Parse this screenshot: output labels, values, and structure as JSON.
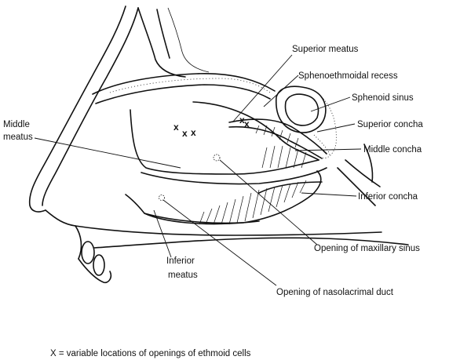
{
  "labels": {
    "superior_meatus": "Superior meatus",
    "sphenoethmoidal_recess": "Sphenoethmoidal recess",
    "sphenoid_sinus": "Sphenoid sinus",
    "superior_concha": "Superior concha",
    "middle_concha": "Middle concha",
    "inferior_concha": "Inferior concha",
    "middle_meatus_line1": "Middle",
    "middle_meatus_line2": "meatus",
    "opening_maxillary_sinus": "Opening of maxillary sinus",
    "inferior_meatus_line1": "Inferior",
    "inferior_meatus_line2": "meatus",
    "opening_nasolacrimal_duct": "Opening of nasolacrimal duct"
  },
  "markers": {
    "ethmoid_cell_opening": "x"
  },
  "caption": "X = variable locations of openings of ethmoid cells"
}
